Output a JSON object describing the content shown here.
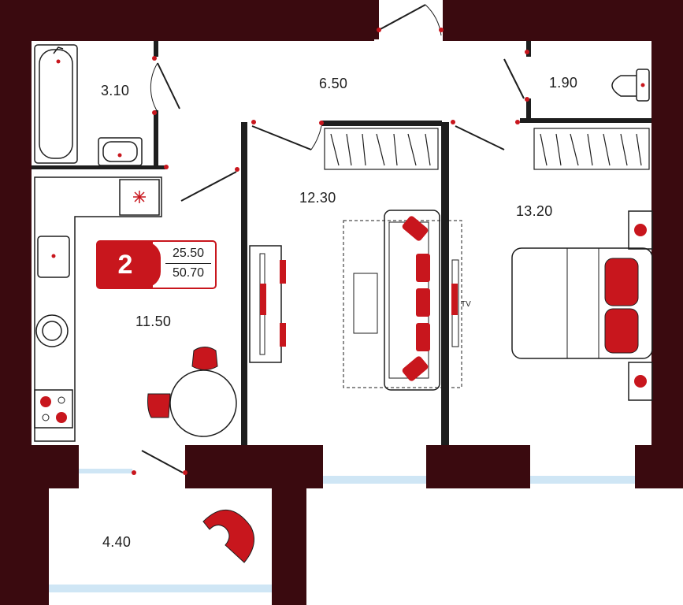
{
  "plan": {
    "colors": {
      "wall": "#3a0a0f",
      "accent": "#c8161d",
      "window": "#cfe6f5",
      "line": "#1e1e1e"
    },
    "rooms": [
      {
        "id": "bathroom",
        "area": "3.10"
      },
      {
        "id": "hallway",
        "area": "6.50"
      },
      {
        "id": "toilet",
        "area": "1.90"
      },
      {
        "id": "living",
        "area": "12.30"
      },
      {
        "id": "bedroom",
        "area": "13.20"
      },
      {
        "id": "kitchen",
        "area": "11.50"
      },
      {
        "id": "balcony",
        "area": "4.40"
      }
    ],
    "badge": {
      "rooms": "2",
      "living_area": "25.50",
      "total_area": "50.70"
    },
    "tv_label": "TV"
  }
}
